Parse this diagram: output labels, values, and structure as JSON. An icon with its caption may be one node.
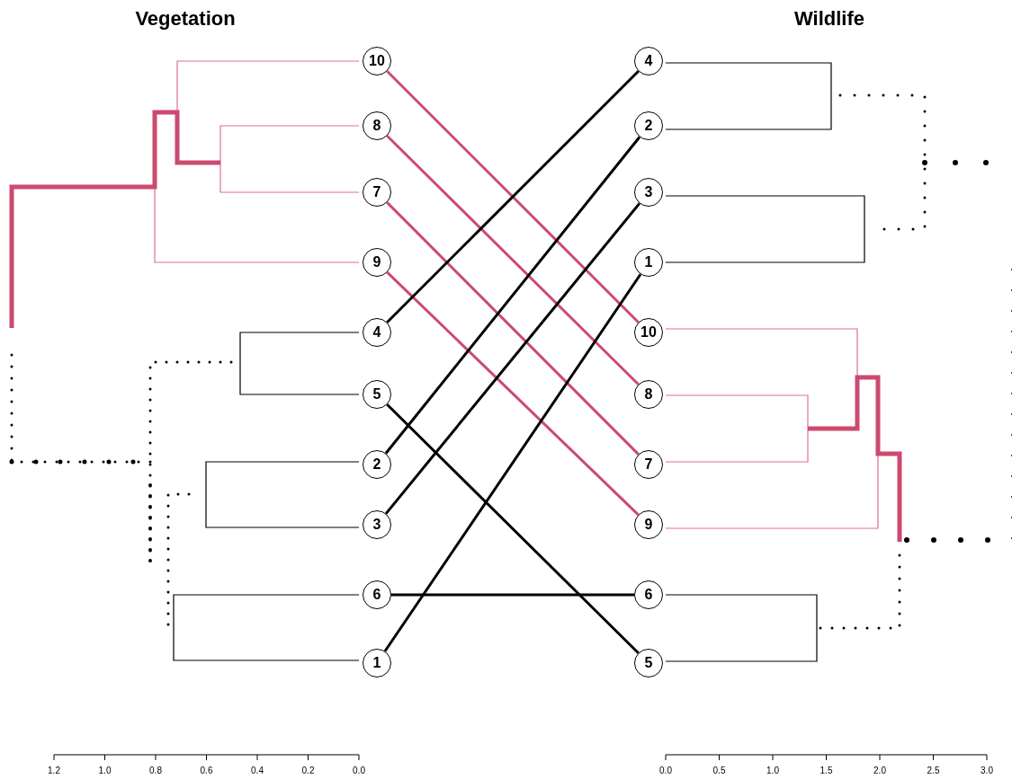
{
  "diagram": {
    "nodes": [
      {
        "text": [
          "10"
        ]
      },
      {
        "text": [
          "8"
        ]
      },
      {
        "text": [
          "7"
        ]
      },
      {
        "text": [
          "9"
        ]
      },
      {
        "text": [
          "4"
        ]
      },
      {
        "text": [
          "5"
        ]
      },
      {
        "text": [
          "2"
        ]
      },
      {
        "text": [
          "3"
        ]
      },
      {
        "text": [
          "6"
        ]
      },
      {
        "text": [
          "1"
        ]
      },
      {
        "text": [
          "4"
        ]
      },
      {
        "text": [
          "2"
        ]
      },
      {
        "text": [
          "3"
        ]
      },
      {
        "text": [
          "1"
        ]
      },
      {
        "text": [
          "10"
        ]
      },
      {
        "text": [
          "8"
        ]
      },
      {
        "text": [
          "7"
        ]
      },
      {
        "text": [
          "9"
        ]
      },
      {
        "text": [
          "6"
        ]
      },
      {
        "text": [
          "5"
        ]
      }
    ],
    "edges": [
      {
        "from": 0,
        "to": 14,
        "arrow": "none",
        "color": "#cc4a70"
      },
      {
        "from": 1,
        "to": 15,
        "arrow": "none",
        "color": "#cc4a70"
      },
      {
        "from": 2,
        "to": 16,
        "arrow": "none",
        "color": "#cc4a70"
      },
      {
        "from": 3,
        "to": 17,
        "arrow": "none",
        "color": "#cc4a70"
      },
      {
        "from": 4,
        "to": 10,
        "arrow": "none"
      },
      {
        "from": 5,
        "to": 19,
        "arrow": "none"
      },
      {
        "from": 6,
        "to": 11,
        "arrow": "none"
      },
      {
        "from": 7,
        "to": 12,
        "arrow": "none"
      },
      {
        "from": 8,
        "to": 18,
        "arrow": "none"
      },
      {
        "from": 9,
        "to": 13,
        "arrow": "none"
      }
    ],
    "labels": [
      "Vegetation",
      "Wildlife",
      "1.2",
      "1.0",
      "0.8",
      "0.6",
      "0.4",
      "0.2",
      "0.0",
      "0.0",
      "0.5",
      "1.0",
      "1.5",
      "2.0",
      "2.5",
      "3.0"
    ]
  }
}
